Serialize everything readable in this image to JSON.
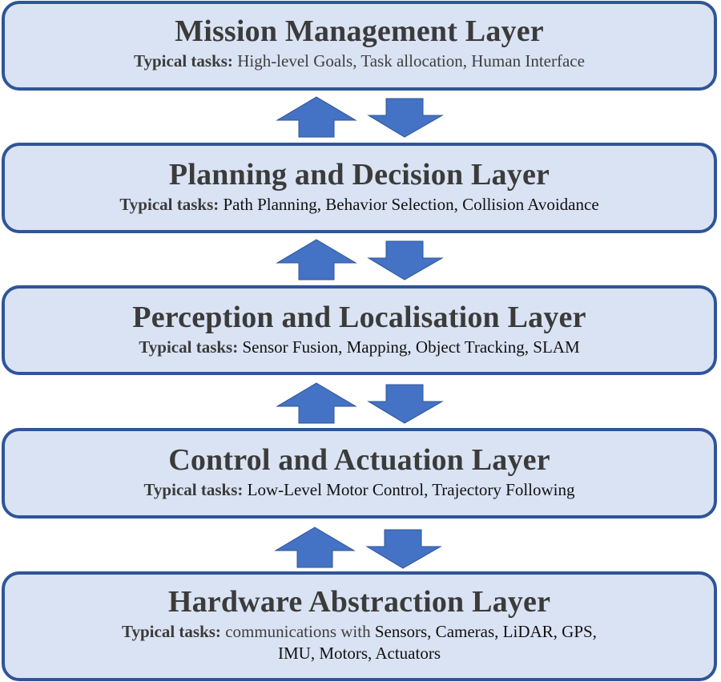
{
  "diagram": {
    "colors": {
      "box_fill": "#dae3f3",
      "box_border": "#2f5597",
      "arrow_fill": "#4472c4",
      "arrow_stroke": "#2f5597",
      "title_text": "#3b3b3b"
    },
    "tasks_label": "Typical tasks:",
    "layers": [
      {
        "title": "Mission Management Layer",
        "tasks": "High-level Goals, Task allocation, Human Interface"
      },
      {
        "title": "Planning and Decision Layer",
        "tasks": "Path Planning, Behavior Selection, Collision Avoidance"
      },
      {
        "title": "Perception and Localisation Layer",
        "tasks": "Sensor Fusion, Mapping, Object Tracking, SLAM"
      },
      {
        "title": "Control and Actuation Layer",
        "tasks": "Low-Level Motor Control, Trajectory Following"
      },
      {
        "title": "Hardware Abstraction Layer",
        "tasks_prefix": "communications with",
        "tasks": "Sensors, Cameras, LiDAR, GPS,",
        "tasks_line2": "IMU, Motors, Actuators"
      }
    ],
    "connectors": [
      {
        "between": [
          "Mission Management Layer",
          "Planning and Decision Layer"
        ],
        "up_icon": "up-arrow-icon",
        "down_icon": "down-arrow-icon"
      },
      {
        "between": [
          "Planning and Decision Layer",
          "Perception and Localisation Layer"
        ],
        "up_icon": "up-arrow-icon",
        "down_icon": "down-arrow-icon"
      },
      {
        "between": [
          "Perception and Localisation Layer",
          "Control and Actuation Layer"
        ],
        "up_icon": "up-arrow-icon",
        "down_icon": "down-arrow-icon"
      },
      {
        "between": [
          "Control and Actuation Layer",
          "Hardware Abstraction Layer"
        ],
        "up_icon": "up-arrow-icon",
        "down_icon": "down-arrow-icon"
      }
    ]
  }
}
